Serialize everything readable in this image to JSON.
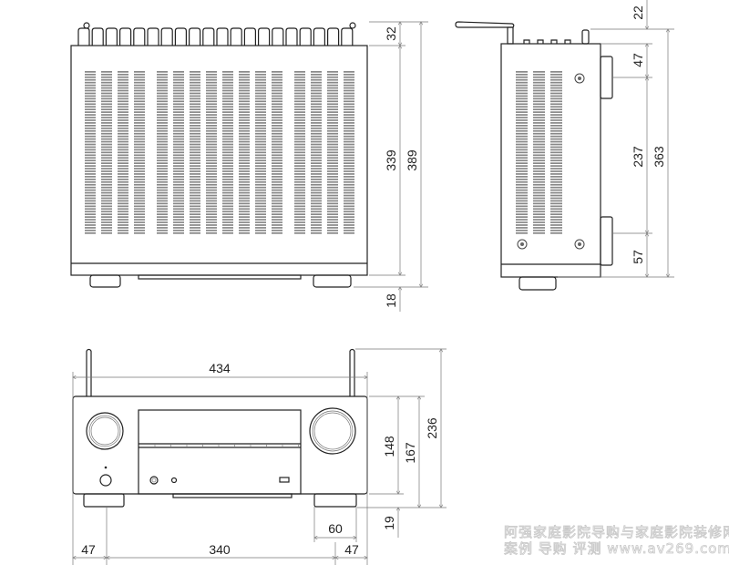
{
  "top_view": {
    "dims": {
      "rear_terminals": "32",
      "body_depth": "339",
      "total_depth": "389",
      "front_feet": "18"
    }
  },
  "side_view": {
    "dims": {
      "antenna_top": "22",
      "upper_knob": "47",
      "middle": "237",
      "lower_knob": "57",
      "total": "363"
    }
  },
  "front_view": {
    "dims": {
      "width": "434",
      "body_height": "148",
      "height_with_feet": "167",
      "height_with_antenna": "236",
      "feet_height": "19",
      "foot_width": "60",
      "left_offset": "47",
      "feet_spacing": "340",
      "right_offset": "47"
    }
  },
  "watermark": {
    "line1": "阿强家庭影院导购与家庭影院装修网",
    "line2": "案例 导购 评测 www.av269.com"
  },
  "colors": {
    "line": "#222222",
    "vent": "#888888",
    "dim_line": "#777777"
  }
}
